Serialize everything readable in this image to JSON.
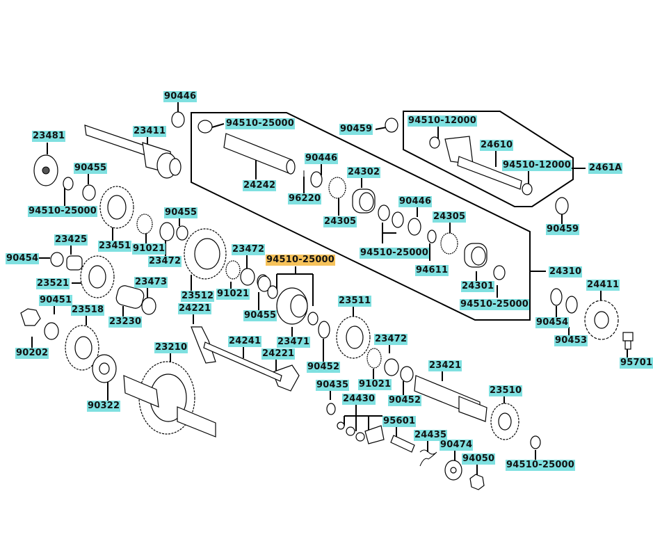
{
  "labels": {
    "p90446_top": "90446",
    "p23481": "23481",
    "p23411": "23411",
    "p94510_25000_a": "94510-25000",
    "p90459_top": "90459",
    "p94510_12000_top": "94510-12000",
    "p24610": "24610",
    "p94510_12000_mid": "94510-12000",
    "p2461A": "2461A",
    "p90455_a": "90455",
    "p94510_25000_b": "94510-25000",
    "p90446_mid": "90446",
    "p24302": "24302",
    "p24242": "24242",
    "p96220": "96220",
    "p90455_b": "90455",
    "p90446_right": "90446",
    "p24305_left": "24305",
    "p24305_right": "24305",
    "p90459_right": "90459",
    "p23425": "23425",
    "p23451": "23451",
    "p91021_a": "91021",
    "p23472_a": "23472",
    "p94510_25000_c": "94510-25000",
    "p90454_left": "90454",
    "p23472_b": "23472",
    "p94611": "94611",
    "p94510_25000_hl": "94510-25000",
    "p24310": "24310",
    "p23521": "23521",
    "p23473": "23473",
    "p23512": "23512",
    "p91021_b": "91021",
    "p24301": "24301",
    "p94510_25000_d": "94510-25000",
    "p90451": "90451",
    "p24221_a": "24221",
    "p23518": "23518",
    "p23230": "23230",
    "p90455_c": "90455",
    "p23511": "23511",
    "p24411": "24411",
    "p90454_right": "90454",
    "p23471": "23471",
    "p23472_c": "23472",
    "p90453": "90453",
    "p90202": "90202",
    "p24241": "24241",
    "p23210": "23210",
    "p24221_b": "24221",
    "p90452_a": "90452",
    "p91021_c": "91021",
    "p23421": "23421",
    "p95701": "95701",
    "p90322": "90322",
    "p90435": "90435",
    "p90452_b": "90452",
    "p24430": "24430",
    "p23510": "23510",
    "p95601": "95601",
    "p24435": "24435",
    "p90474": "90474",
    "p94050": "94050",
    "p94510_25000_e": "94510-25000"
  },
  "colors": {
    "label_bg": "#7fe0e0",
    "highlight_bg": "#f6c25a",
    "line": "#000000"
  }
}
